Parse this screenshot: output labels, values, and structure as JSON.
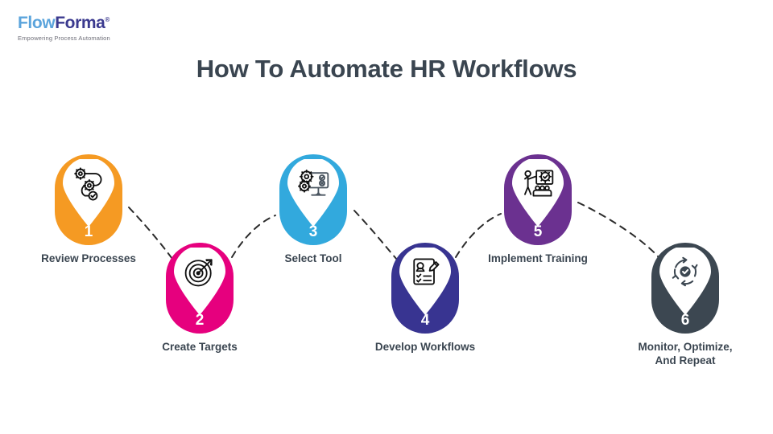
{
  "brand": {
    "name_part1": "Flow",
    "name_part2": "Forma",
    "registered_mark": "®",
    "tagline": "Empowering Process Automation",
    "color_part1": "#5BA4DC",
    "color_part2": "#3B3A8F"
  },
  "header": {
    "title": "How To Automate HR Workflows",
    "title_color": "#3A4550"
  },
  "diagram": {
    "type": "process-journey-roadmap",
    "connector_style": "dashed-arc",
    "connector_color": "#2B2B2B",
    "steps": [
      {
        "number": "1",
        "label": "Review Processes",
        "color": "#F59A23",
        "icon": "process-flow-gears-icon",
        "position": "up"
      },
      {
        "number": "2",
        "label": "Create Targets",
        "color": "#E6007E",
        "icon": "target-arrow-icon",
        "position": "down"
      },
      {
        "number": "3",
        "label": "Select Tool",
        "color": "#32A9DD",
        "icon": "monitor-gears-icon",
        "position": "up"
      },
      {
        "number": "4",
        "label": "Develop Workflows",
        "color": "#383491",
        "icon": "checklist-document-icon",
        "position": "down"
      },
      {
        "number": "5",
        "label": "Implement Training",
        "color": "#6B3190",
        "icon": "training-presentation-icon",
        "position": "up"
      },
      {
        "number": "6",
        "label": "Monitor, Optimize,\nAnd Repeat",
        "color": "#3C4751",
        "icon": "continuous-improvement-cycle-icon",
        "position": "down"
      }
    ]
  }
}
